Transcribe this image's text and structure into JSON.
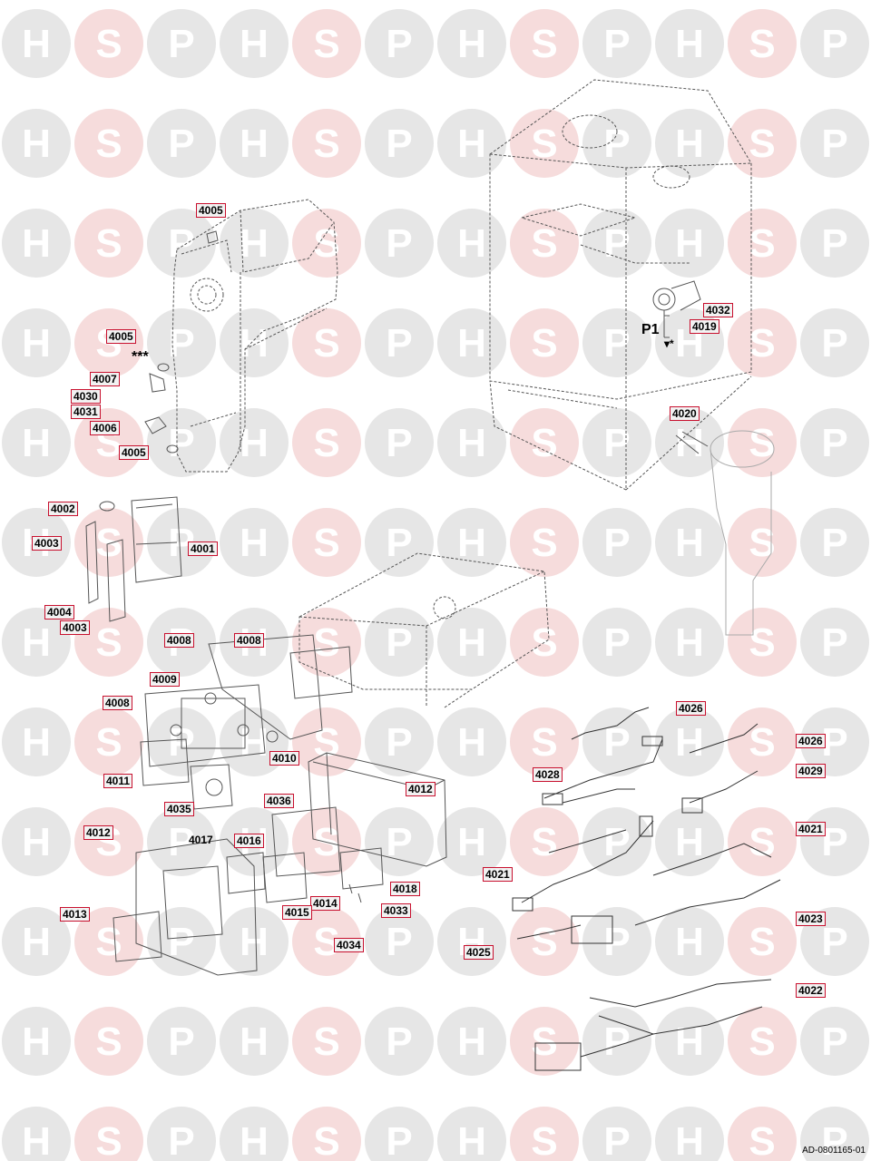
{
  "watermark": {
    "letters": [
      "H",
      "S",
      "P"
    ],
    "colors": {
      "circle_grey": "#e6e6e6",
      "circle_red": "#f6dcdc",
      "letter": "#ffffff"
    }
  },
  "accent_color": "#c8102e",
  "labels": {
    "l4005a": "4005",
    "l4005b": "4005",
    "l4005c": "4005",
    "l4007": "4007",
    "l4030": "4030",
    "l4031": "4031",
    "l4006": "4006",
    "l4032": "4032",
    "l4019": "4019",
    "l4020": "4020",
    "l4002": "4002",
    "l4003a": "4003",
    "l4001": "4001",
    "l4004": "4004",
    "l4003b": "4003",
    "l4008a": "4008",
    "l4008b": "4008",
    "l4009": "4009",
    "l4008c": "4008",
    "l4010": "4010",
    "l4011": "4011",
    "l4035": "4035",
    "l4036": "4036",
    "l4012a": "4012",
    "l4017": "4017",
    "l4016": "4016",
    "l4012b": "4012",
    "l4014": "4014",
    "l4018": "4018",
    "l4033": "4033",
    "l4015": "4015",
    "l4034": "4034",
    "l4013": "4013",
    "l4026a": "4026",
    "l4026b": "4026",
    "l4028": "4028",
    "l4029": "4029",
    "l4021a": "4021",
    "l4021b": "4021",
    "l4023": "4023",
    "l4025": "4025",
    "l4022": "4022"
  },
  "markers": {
    "triple_star": "***",
    "p1": "P1",
    "single_star": "▾*"
  },
  "footer_ref": "AD-0801165-01"
}
